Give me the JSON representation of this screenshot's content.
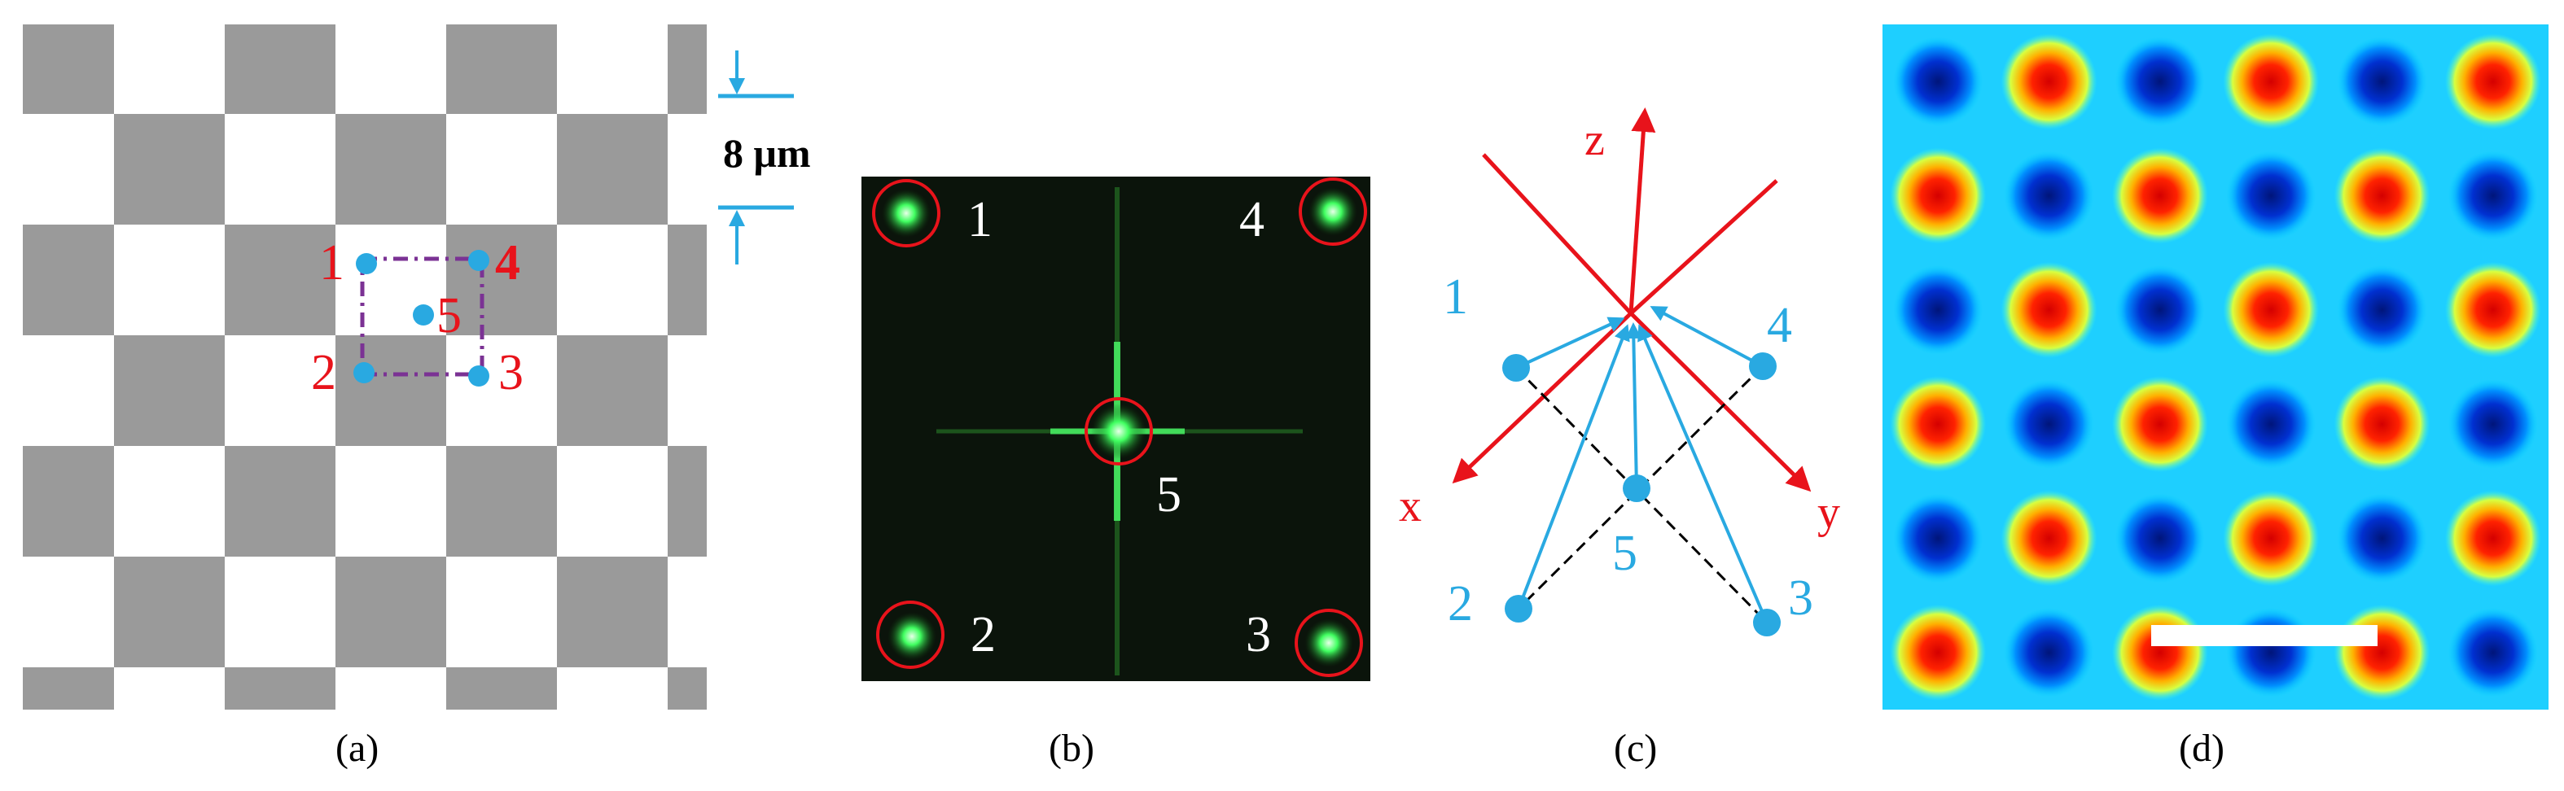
{
  "panels": [
    {
      "caption": "(a)",
      "scale_bar_label": "8 μm",
      "points": [
        {
          "label": "1",
          "label_color": "#e8131b"
        },
        {
          "label": "2",
          "label_color": "#e8131b"
        },
        {
          "label": "3",
          "label_color": "#e8131b"
        },
        {
          "label": "4",
          "label_color": "#e8131b"
        },
        {
          "label": "5",
          "label_color": "#e8131b"
        }
      ],
      "colors": {
        "dark_square": "#9a9a9a",
        "light_square": "#ffffff",
        "point": "#29a9e1",
        "dashed_box": "#7b3294",
        "scale_arrow": "#29a9e1"
      }
    },
    {
      "caption": "(b)",
      "spots": [
        {
          "label": "1"
        },
        {
          "label": "4"
        },
        {
          "label": "5"
        },
        {
          "label": "2"
        },
        {
          "label": "3"
        }
      ],
      "colors": {
        "background": "#0b140b",
        "spot": "#3bff5a",
        "circle": "#e8131b",
        "label": "#ffffff"
      }
    },
    {
      "caption": "(c)",
      "axes": [
        {
          "label": "z"
        },
        {
          "label": "x"
        },
        {
          "label": "y"
        }
      ],
      "beams": [
        {
          "label": "1"
        },
        {
          "label": "4"
        },
        {
          "label": "5"
        },
        {
          "label": "2"
        },
        {
          "label": "3"
        }
      ],
      "colors": {
        "axis": "#e8131b",
        "beam": "#29a9e1",
        "dashed": "#000000"
      }
    },
    {
      "caption": "(d)",
      "grid_rows": 6,
      "grid_cols": 6,
      "colors": {
        "background": "#00c8ff",
        "hot": "#e60000",
        "cold": "#001a8c",
        "scale_bar": "#ffffff"
      }
    }
  ]
}
